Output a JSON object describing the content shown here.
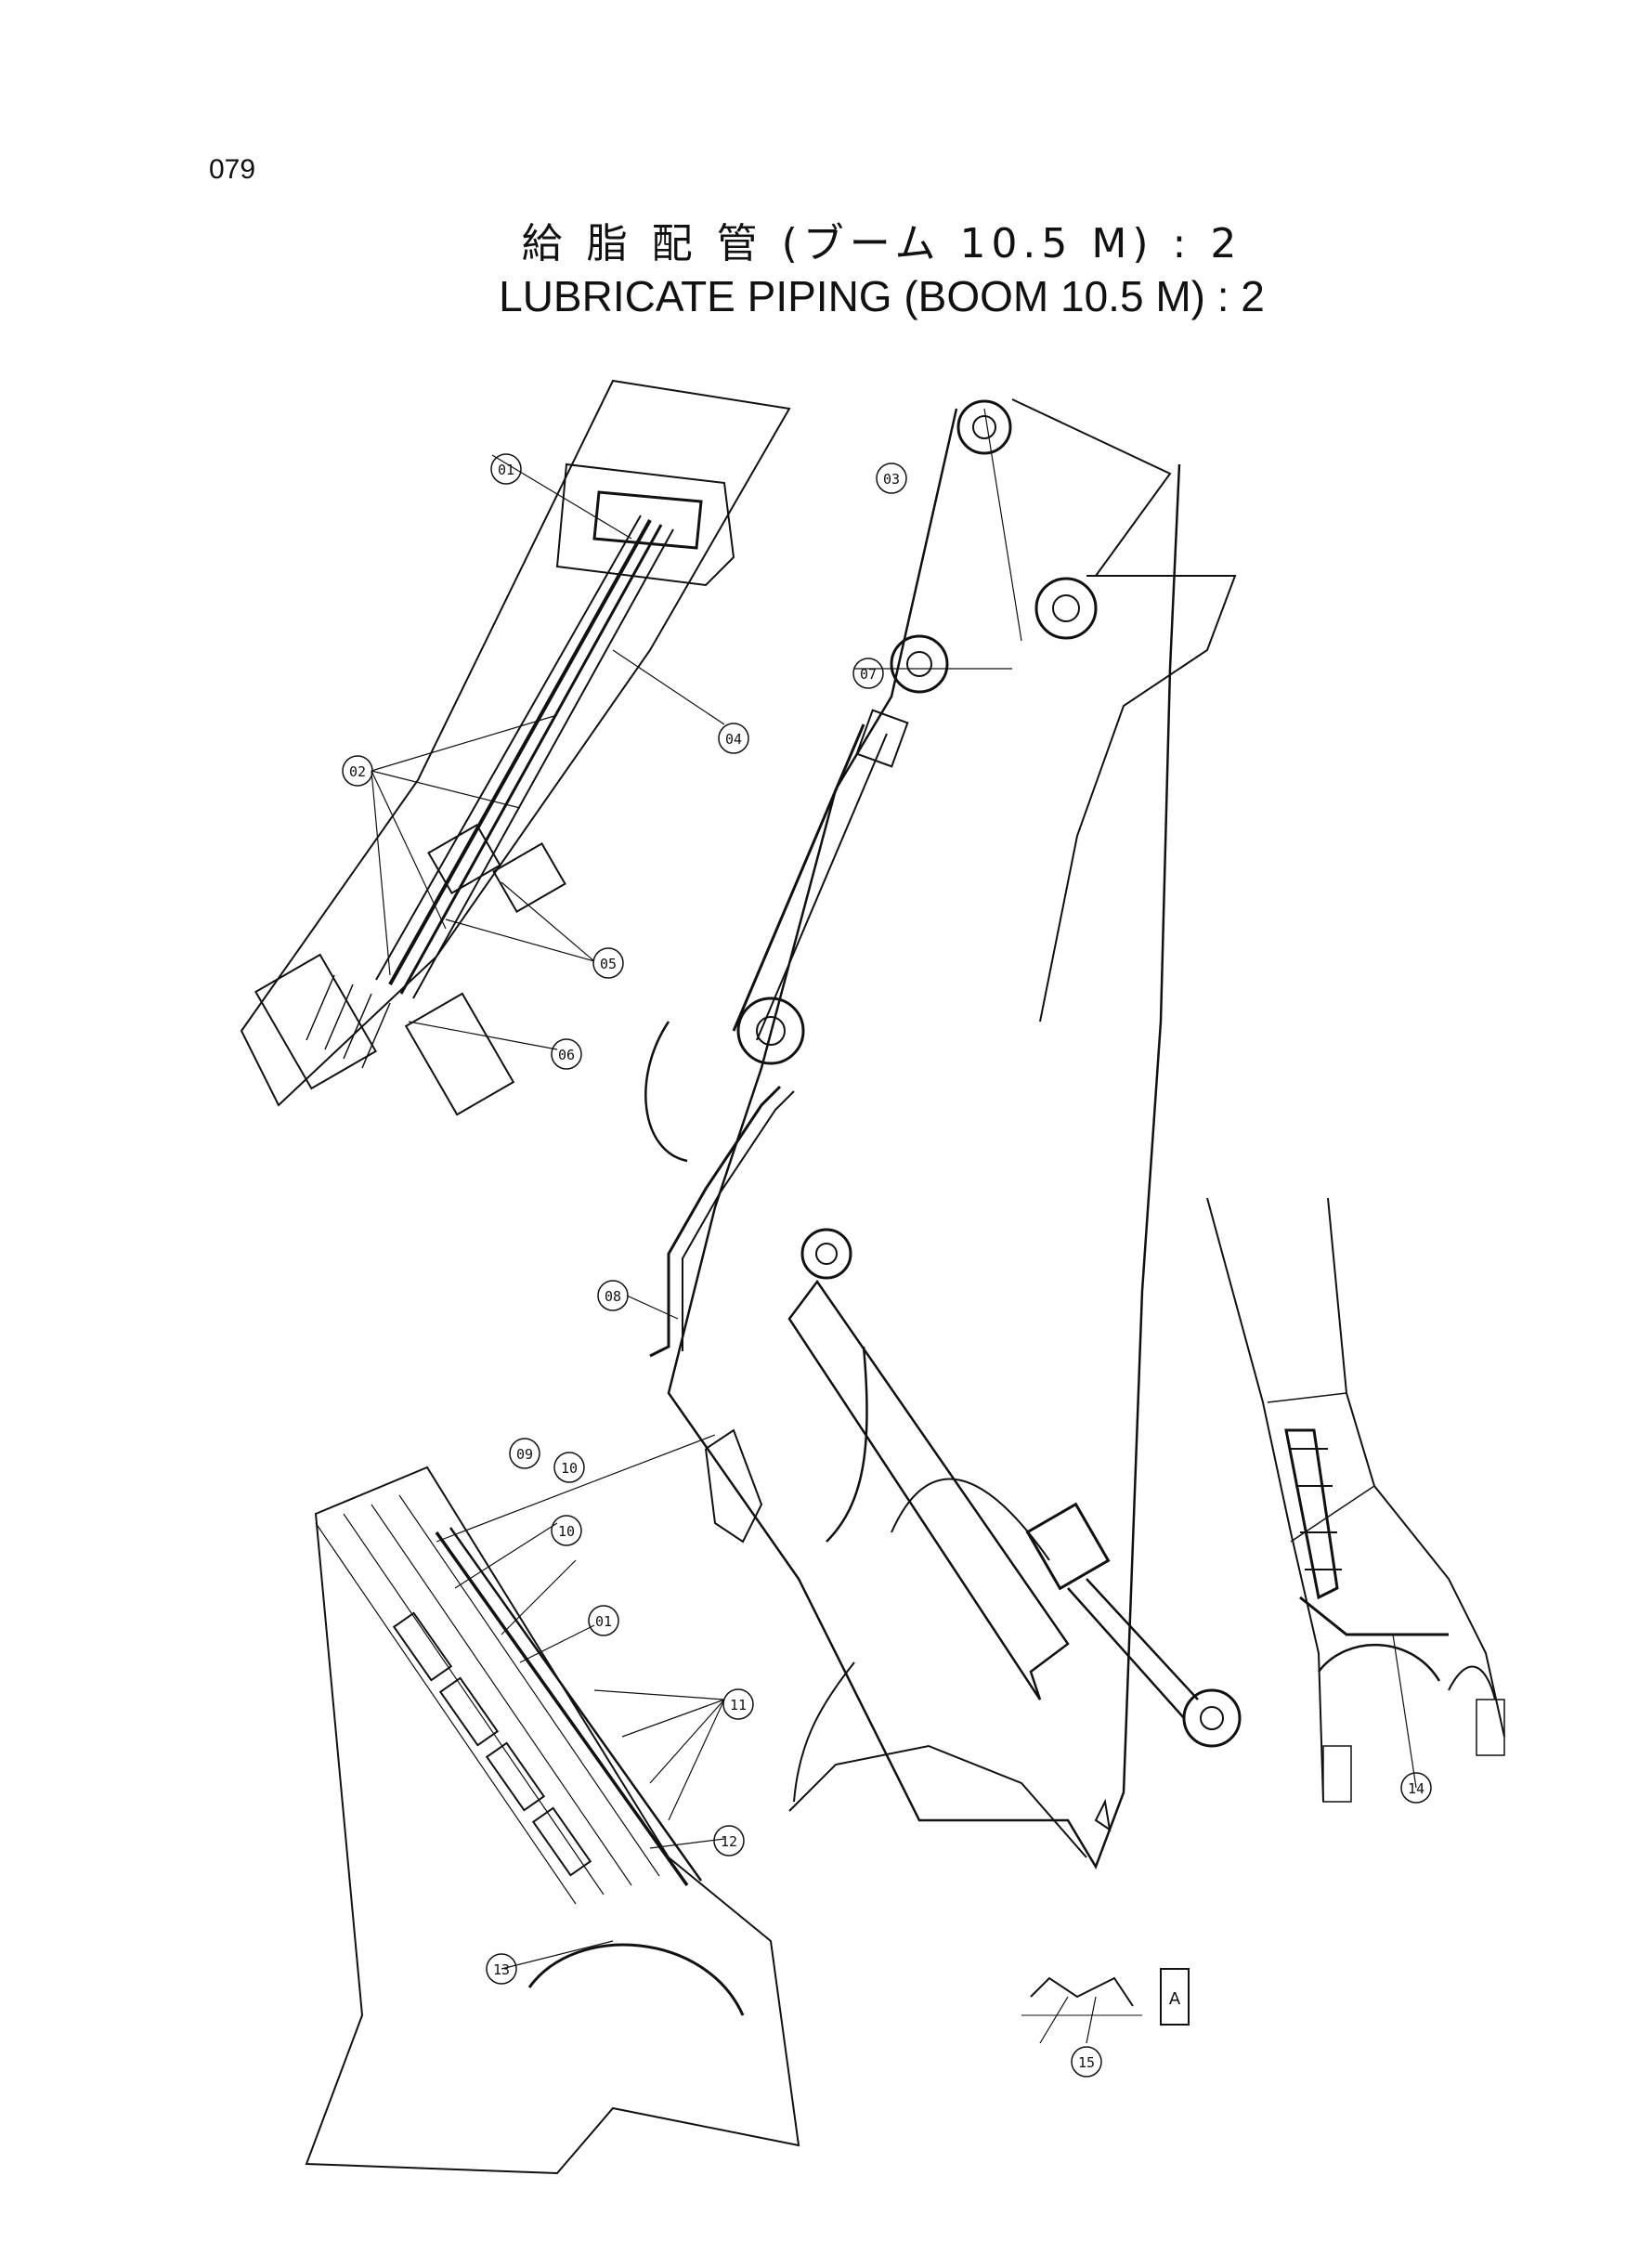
{
  "page": {
    "number": "079",
    "title_jp": "給 脂 配 管 (ブーム 10.5 M) : 2",
    "title_en": "LUBRICATE  PIPING (BOOM  10.5 M) : 2"
  },
  "callouts": {
    "c01a": "01",
    "c02": "02",
    "c03": "03",
    "c04": "04",
    "c05": "05",
    "c06": "06",
    "c07": "07",
    "c08": "08",
    "c09": "09",
    "c10a": "10",
    "c10b": "10",
    "c01b": "01",
    "c11": "11",
    "c12": "12",
    "c13": "13",
    "c14": "14",
    "c15": "15"
  },
  "view_marker": "A"
}
